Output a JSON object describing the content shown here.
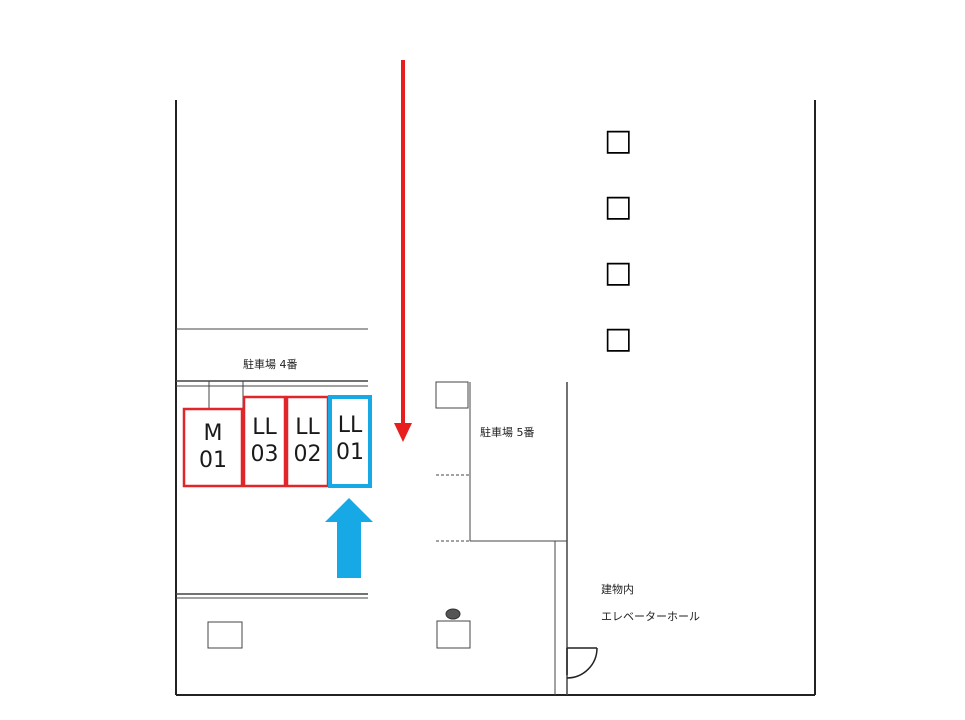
{
  "parking_slots": [
    {
      "id": "m01",
      "label": "M\n01",
      "color": "#e0262b"
    },
    {
      "id": "ll03",
      "label": "LL\n03",
      "color": "#e0262b"
    },
    {
      "id": "ll02",
      "label": "LL\n02",
      "color": "#e0262b"
    },
    {
      "id": "ll01",
      "label": "LL\n01",
      "color": "#17a9e6"
    }
  ],
  "labels": {
    "parking_4": "駐車場 4番",
    "parking_5": "駐車場 5番",
    "building_inside": "建物内",
    "elevator_hall": "エレベーターホール"
  },
  "vertical_title_chars": [
    "□",
    "□",
    "□",
    "□"
  ],
  "colors": {
    "entry_arrow": "#e81d1d",
    "target_arrow": "#17a9e6",
    "wall": "#222222"
  }
}
